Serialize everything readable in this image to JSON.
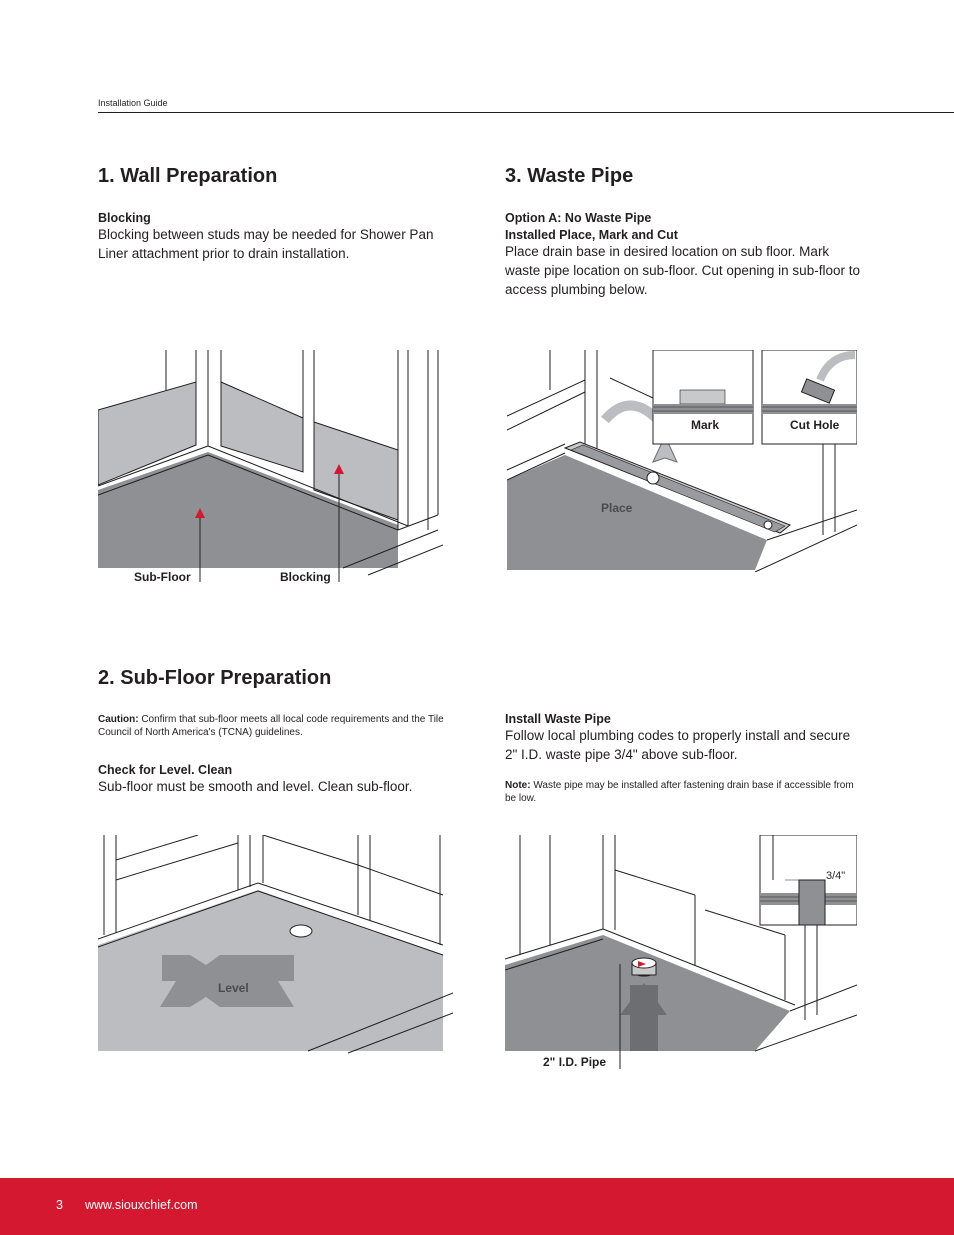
{
  "header": {
    "label": "Installation Guide"
  },
  "section1": {
    "title": "1. Wall Preparation",
    "subhead": "Blocking",
    "body": "Blocking between studs may be needed for Shower Pan Liner attachment prior to drain installation.",
    "labels": {
      "subfloor": "Sub-Floor",
      "blocking": "Blocking"
    }
  },
  "section3": {
    "title": "3. Waste Pipe",
    "subhead1": "Option A: No Waste Pipe",
    "subhead2": "Installed Place, Mark and Cut",
    "body": "Place drain base in desired location on sub floor. Mark waste pipe location on sub-floor. Cut opening in sub-floor to access plumbing below.",
    "labels": {
      "place": "Place",
      "mark": "Mark",
      "cut_hole": "Cut Hole"
    }
  },
  "section2": {
    "title": "2. Sub-Floor Preparation",
    "caution_label": "Caution:",
    "caution_text": " Confirm that sub-floor meets all local code requirements and the Tile Council of North America's (TCNA) guidelines.",
    "subhead": "Check for Level. Clean",
    "body": "Sub-floor must be smooth and level. Clean sub-floor.",
    "labels": {
      "level": "Level"
    }
  },
  "install": {
    "subhead": "Install Waste Pipe",
    "body": "Follow local plumbing codes to properly install and secure 2\" I.D. waste pipe 3/4\" above sub-floor.",
    "note_label": "Note:",
    "note_text": " Waste pipe may be installed after fastening drain base if accessible from be low.",
    "labels": {
      "pipe": "2\" I.D. Pipe",
      "three_quarter": "3/4\""
    }
  },
  "footer": {
    "page_number": "3",
    "website": "www.siouxchief.com"
  },
  "colors": {
    "brand_red": "#d3182f",
    "floor_gray": "#8f9094",
    "wall_gray": "#bcbdc0",
    "light_gray": "#c8c9cb"
  }
}
